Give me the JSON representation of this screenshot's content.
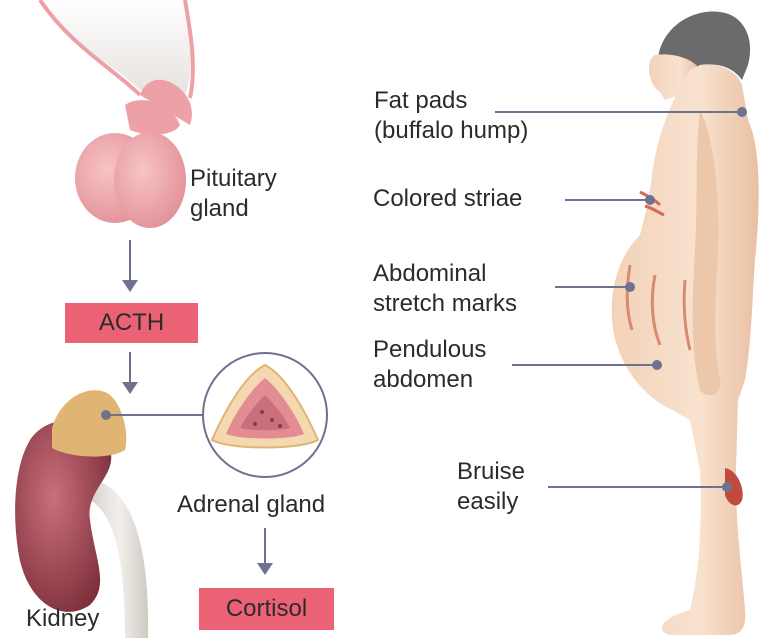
{
  "pituitary": {
    "line1": "Pituitary",
    "line2": "gland"
  },
  "hormone1": "ACTH",
  "adrenal": "Adrenal gland",
  "hormone2": "Cortisol",
  "kidney": "Kidney",
  "features": {
    "fat_pads": {
      "line1": "Fat pads",
      "line2": "(buffalo hump)"
    },
    "striae": {
      "line1": "Colored striae"
    },
    "stretch": {
      "line1": "Abdominal",
      "line2": "stretch marks"
    },
    "pendulous": {
      "line1": "Pendulous",
      "line2": "abdomen"
    },
    "bruise": {
      "line1": "Bruise",
      "line2": "easily"
    }
  },
  "colors": {
    "skin": "#f6dcc5",
    "skin_dark": "#e8b99a",
    "hair": "#6b6b6b",
    "box": "#ec6275",
    "gland_pink": "#eda0a5",
    "kidney": "#9b3e4a",
    "adrenal": "#e0b472",
    "line": "#6e7290"
  }
}
